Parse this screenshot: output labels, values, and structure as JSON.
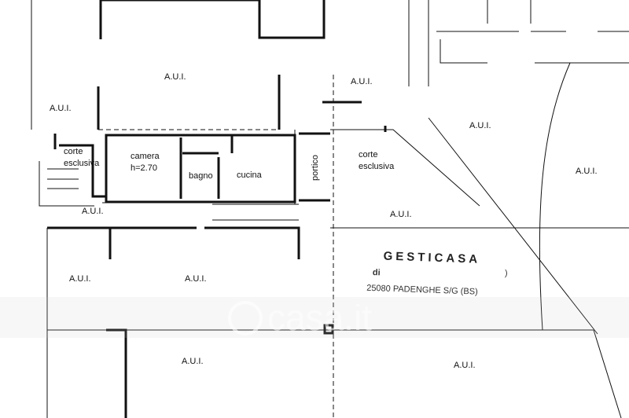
{
  "plan": {
    "common_area_label": "A.U.I.",
    "rooms": {
      "camera": "camera",
      "height": "h=2.70",
      "bagno": "bagno",
      "cucina": "cucina",
      "portico": "portico",
      "corte_left_1": "corte",
      "corte_left_2": "esclusiva",
      "corte_right_1": "corte",
      "corte_right_2": "esclusiva"
    }
  },
  "stamp": {
    "name": "GESTICASA",
    "di": "di",
    "paren": ")",
    "address": "25080 PADENGHE S/G (BS)"
  },
  "watermark": "casa.it"
}
